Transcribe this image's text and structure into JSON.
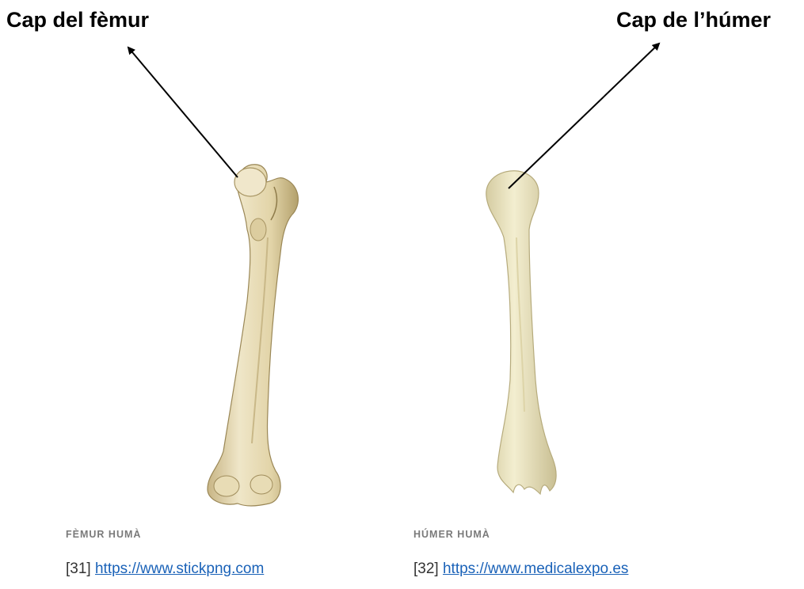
{
  "labels": {
    "femur_head": "Cap del fèmur",
    "humerus_head": "Cap de l’húmer"
  },
  "captions": {
    "femur": "FÈMUR HUMÀ",
    "humerus": "HÚMER HUMÀ"
  },
  "references": {
    "femur": {
      "number": "[31]",
      "url": "https://www.stickpng.com"
    },
    "humerus": {
      "number": "[32]",
      "url": "https://www.medicalexpo.es"
    }
  },
  "colors": {
    "bone_light": "#efe6c8",
    "bone_mid": "#d9c99c",
    "bone_shadow": "#b9a672",
    "humerus_light": "#f1ecc9",
    "humerus_shadow": "#cbc196",
    "link": "#1a62b8",
    "caption": "#7a7a7a"
  }
}
